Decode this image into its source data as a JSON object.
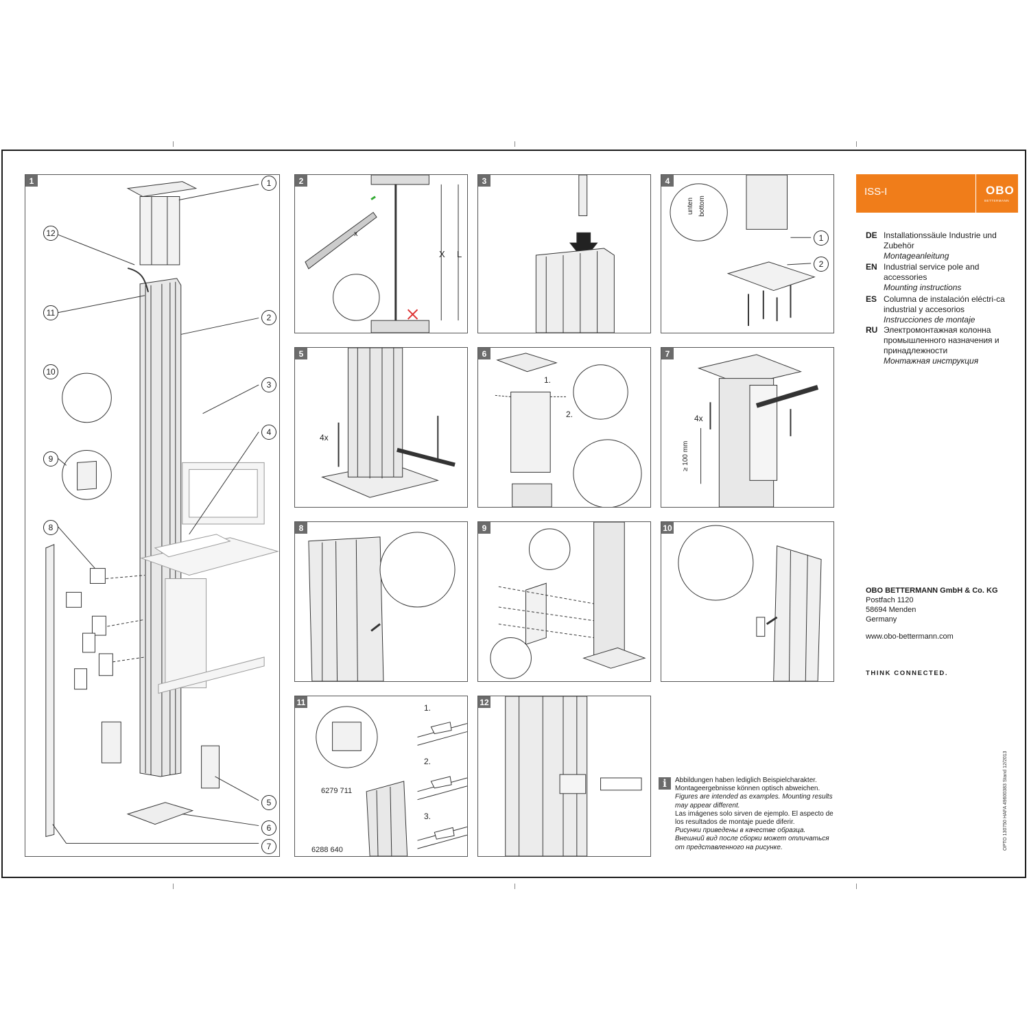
{
  "header": {
    "product": "ISS-I",
    "logo_text": "OBO",
    "logo_sub": "BETTERMANN"
  },
  "languages": [
    {
      "code": "DE",
      "title": "Installationssäule Industrie und Zubehör",
      "subtitle": "Montageanleitung"
    },
    {
      "code": "EN",
      "title": "Industrial service pole and accessories",
      "subtitle": "Mounting instructions"
    },
    {
      "code": "ES",
      "title": "Columna de instalación eléctri-ca industrial y accesorios",
      "subtitle": "Instrucciones de montaje"
    },
    {
      "code": "RU",
      "title": "Электромонтажная колонна промышленного назначения и принадлежности",
      "subtitle": "Монтажная инструкция"
    }
  ],
  "company": {
    "name": "OBO BETTERMANN GmbH & Co. KG",
    "street": "Postfach 1120",
    "city": "58694 Menden",
    "country": "Germany",
    "website": "www.obo-bettermann.com",
    "slogan": "THINK CONNECTED."
  },
  "note": {
    "de": "Abbildungen haben lediglich Beispielcharakter. Montageergebnisse können optisch abweichen.",
    "en": "Figures are intended as examples. Mounting results may appear different.",
    "es": "Las imágenes solo sirven de ejemplo. El aspecto de los resultados de montaje puede diferir.",
    "ru": "Рисунки приведены в качестве образца. Внешний вид после сборки может отличаться от представленного на рисунке."
  },
  "doc_ref": "OPTO 130750   HAFA 49600383   Stand 12/2013",
  "panels": {
    "p1": {
      "num": "1",
      "callouts": [
        "1",
        "2",
        "3",
        "4",
        "5",
        "6",
        "7",
        "8",
        "9",
        "10",
        "11",
        "12"
      ]
    },
    "p2": {
      "num": "2",
      "label_x": "x",
      "label_X": "X",
      "label_L": "L"
    },
    "p3": {
      "num": "3"
    },
    "p4": {
      "num": "4",
      "callouts": [
        "1",
        "2"
      ],
      "label_unten": "unten",
      "label_bottom": "bottom"
    },
    "p5": {
      "num": "5",
      "label_4x": "4x"
    },
    "p6": {
      "num": "6",
      "step1": "1.",
      "step2": "2."
    },
    "p7": {
      "num": "7",
      "label_4x": "4x",
      "label_dist": "≥ 100 mm"
    },
    "p8": {
      "num": "8"
    },
    "p9": {
      "num": "9"
    },
    "p10": {
      "num": "10"
    },
    "p11": {
      "num": "11",
      "part_a": "6279 711",
      "part_b": "6288 640",
      "step1": "1.",
      "step2": "2.",
      "step3": "3."
    },
    "p12": {
      "num": "12"
    }
  }
}
